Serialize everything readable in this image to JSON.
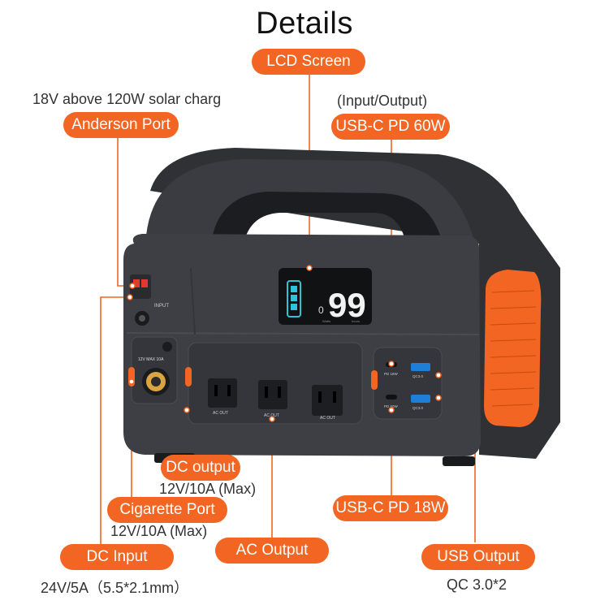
{
  "title": "Details",
  "labels": {
    "lcd_screen": "LCD Screen",
    "anderson_port": "Anderson Port",
    "usb_c_pd60": "USB-C PD 60W",
    "dc_output": "DC output",
    "cigarette_port": "Cigarette Port",
    "usb_c_pd18": "USB-C PD 18W",
    "ac_output": "AC Output",
    "dc_input": "DC Input",
    "usb_output": "USB Output"
  },
  "notes": {
    "anderson": "18V  above 120W solar charg",
    "usb_c_pd60": "(Input/Output)",
    "dc_output": "12V/10A (Max)",
    "cigarette": "12V/10A (Max)",
    "dc_input": "24V/5A（5.5*2.1mm）",
    "usb_output": "QC 3.0*2"
  },
  "device": {
    "lcd_value": "99",
    "lcd_small": "0",
    "input_text": "INPUT",
    "cig_text": "12V MAX 10A",
    "ac_out_label": "AC OUT",
    "pd18_label": "PD 18W",
    "pd60_label": "PD 60W",
    "qc_label": "QC3.0",
    "lcd_watts": "Watts",
    "lcd_hours": "hours",
    "body_color": "#3d3f44",
    "accent_color": "#f26522"
  }
}
